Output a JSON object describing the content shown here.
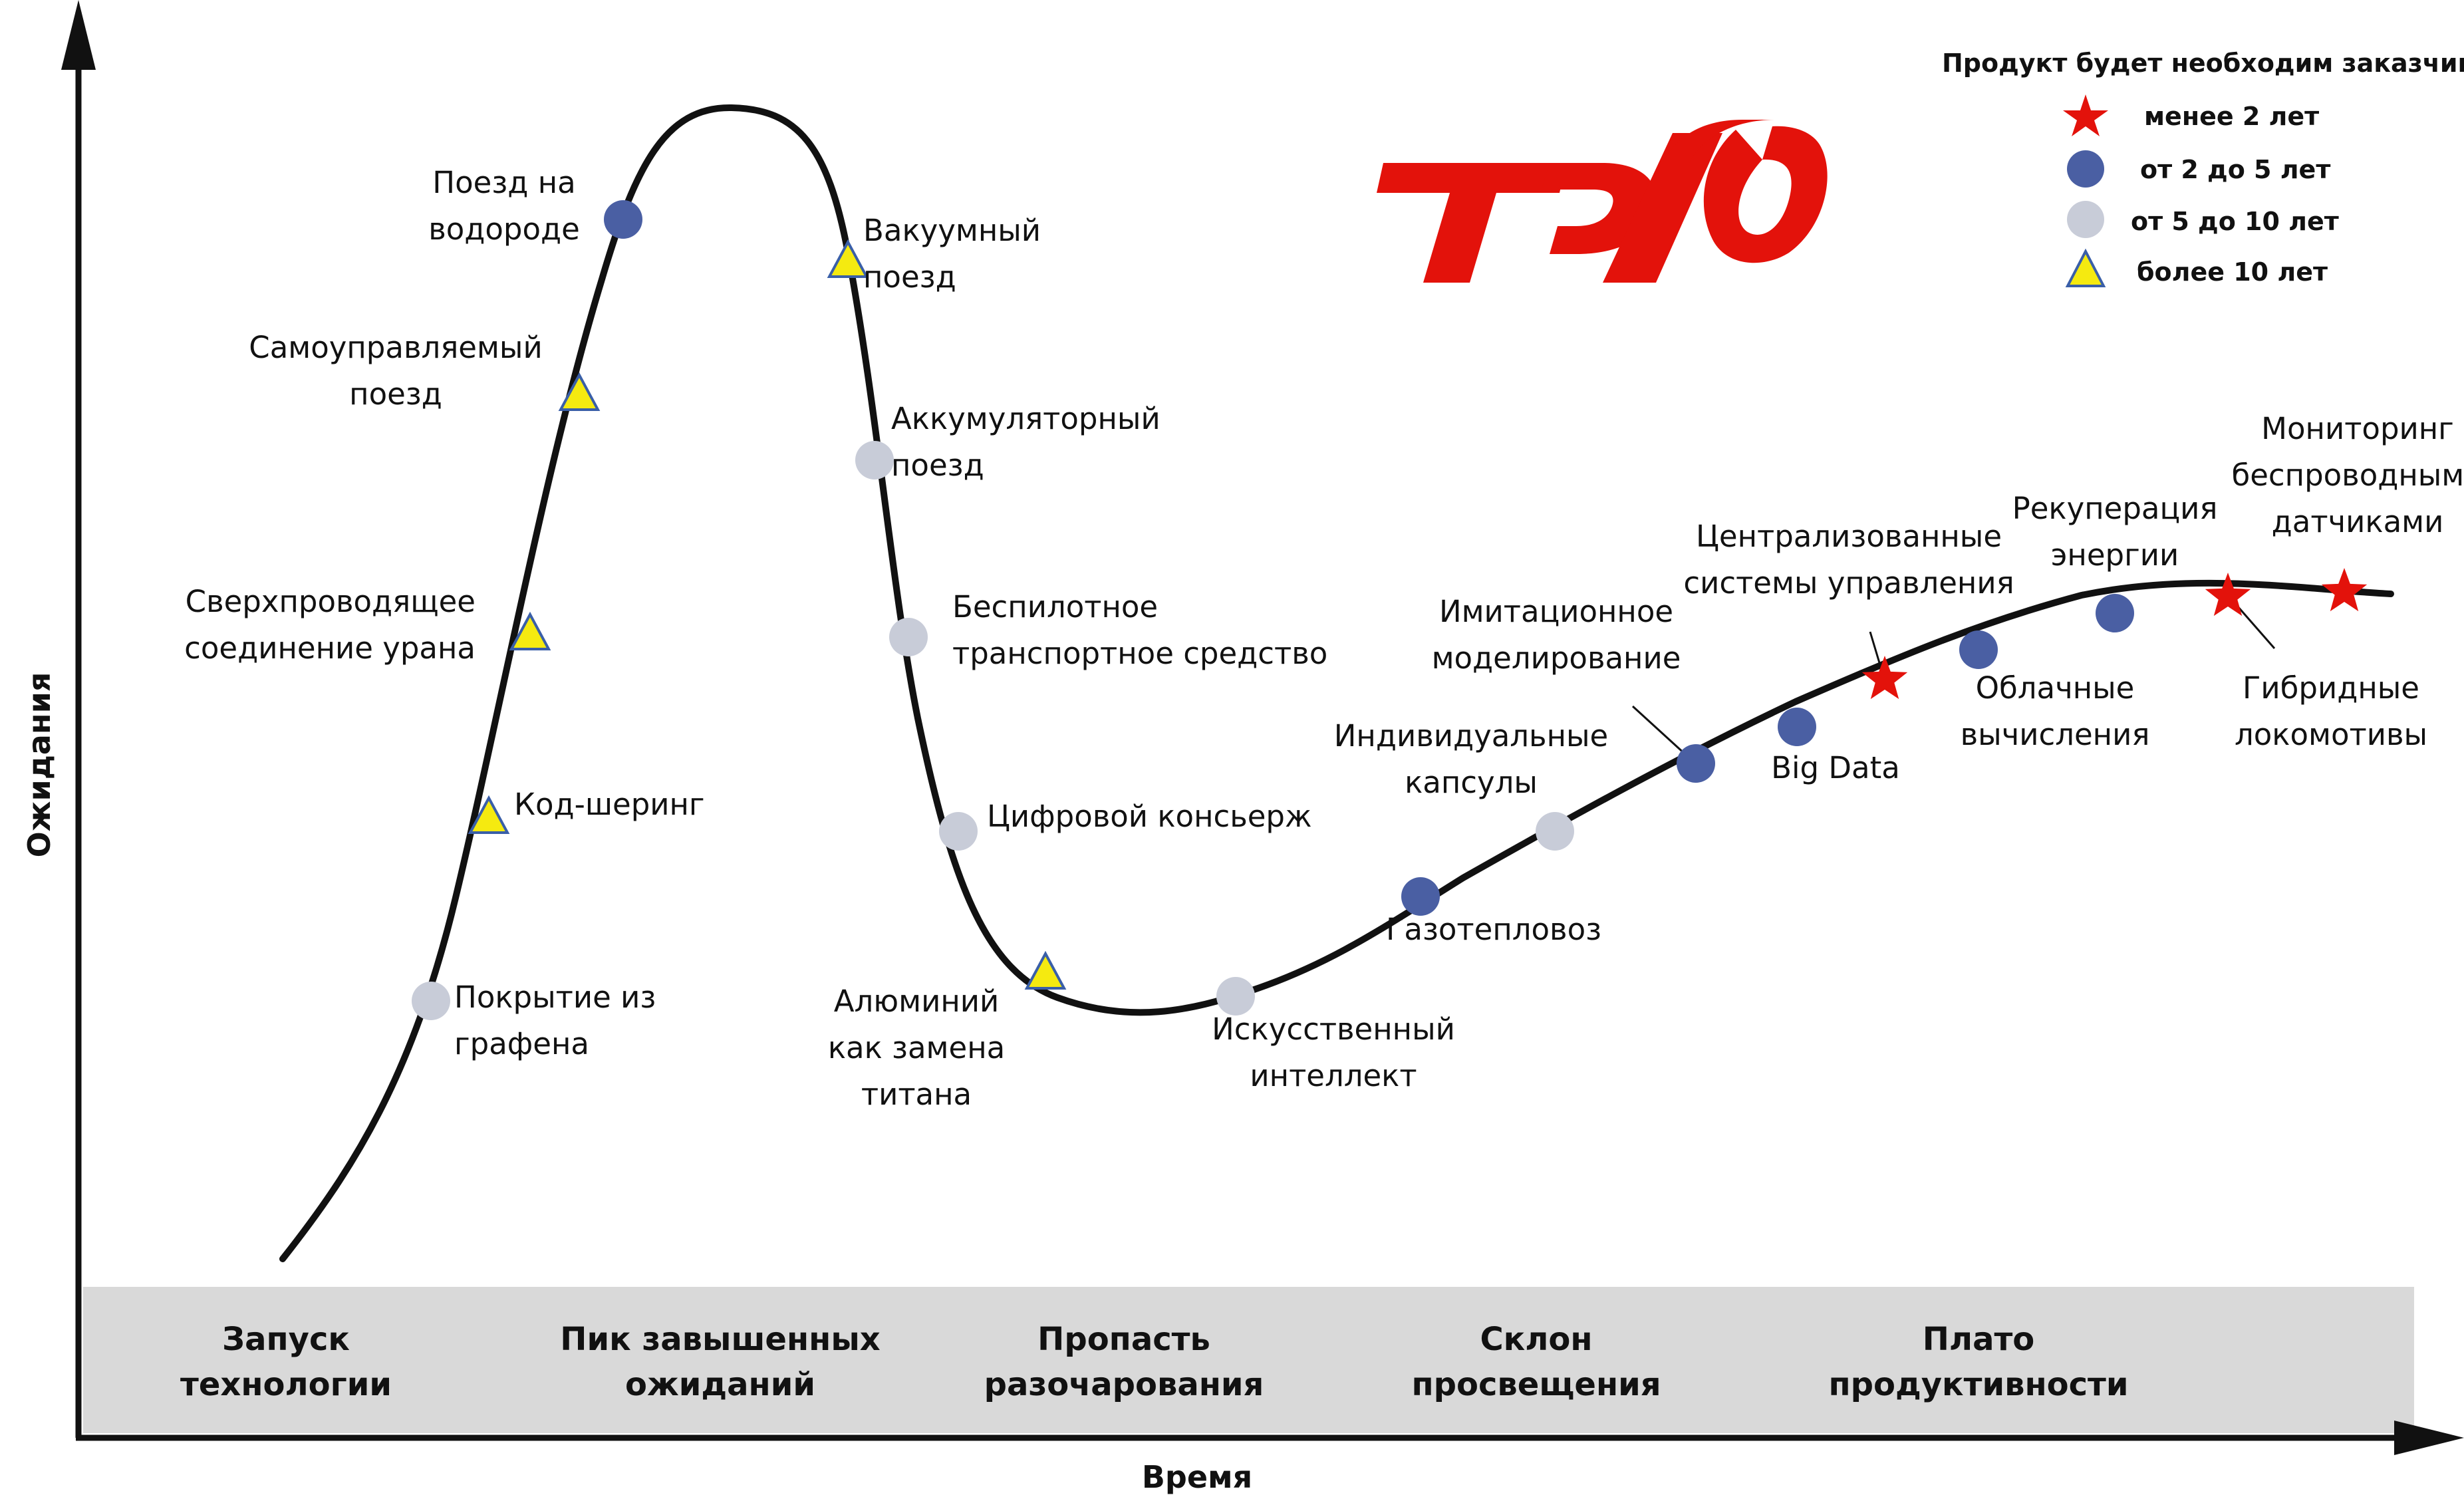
{
  "axes": {
    "y_label": "Ожидания",
    "x_label": "Время"
  },
  "logo": {
    "text": "РЖД",
    "color": "#e3120b"
  },
  "legend": {
    "title": "Продукт будет необходим заказчику:",
    "items": [
      {
        "label": "менее 2 лет",
        "marker": "star",
        "color": "#e3120b"
      },
      {
        "label": "от 2 до 5 лет",
        "marker": "dark-circle",
        "color": "#4a5fa3"
      },
      {
        "label": "от 5 до 10 лет",
        "marker": "light-circle",
        "color": "#c8ccd8"
      },
      {
        "label": "более 10 лет",
        "marker": "triangle",
        "color": "#f5ea10"
      }
    ]
  },
  "phases": [
    {
      "line1": "Запуск",
      "line2": "технологии"
    },
    {
      "line1": "Пик завышенных",
      "line2": "ожиданий"
    },
    {
      "line1": "Пропасть",
      "line2": "разочарования"
    },
    {
      "line1": "Склон",
      "line2": "просвещения"
    },
    {
      "line1": "Плато",
      "line2": "продуктивности"
    }
  ],
  "points": [
    {
      "lines": [
        "Покрытие из",
        "графена"
      ],
      "marker": "light-circle"
    },
    {
      "lines": [
        "Код-шеринг"
      ],
      "marker": "triangle"
    },
    {
      "lines": [
        "Сверхпроводящее",
        "соединение урана"
      ],
      "marker": "triangle"
    },
    {
      "lines": [
        "Самоуправляемый",
        "поезд"
      ],
      "marker": "triangle"
    },
    {
      "lines": [
        "Поезд на",
        "водороде"
      ],
      "marker": "dark-circle"
    },
    {
      "lines": [
        "Вакуумный",
        "поезд"
      ],
      "marker": "triangle"
    },
    {
      "lines": [
        "Аккумуляторный",
        "поезд"
      ],
      "marker": "light-circle"
    },
    {
      "lines": [
        "Беспилотное",
        "транспортное средство"
      ],
      "marker": "light-circle"
    },
    {
      "lines": [
        "Цифровой консьерж"
      ],
      "marker": "light-circle"
    },
    {
      "lines": [
        "Алюминий",
        "как замена",
        "титана"
      ],
      "marker": "triangle"
    },
    {
      "lines": [
        "Искусственный",
        "интеллект"
      ],
      "marker": "light-circle"
    },
    {
      "lines": [
        "Газотепловоз"
      ],
      "marker": "dark-circle"
    },
    {
      "lines": [
        "Индивидуальные",
        "капсулы"
      ],
      "marker": "light-circle"
    },
    {
      "lines": [
        "Имитационное",
        "моделирование"
      ],
      "marker": "dark-circle"
    },
    {
      "lines": [
        "Big Data"
      ],
      "marker": "dark-circle"
    },
    {
      "lines": [
        "Централизованные",
        "системы управления"
      ],
      "marker": "star"
    },
    {
      "lines": [
        "Облачные",
        "вычисления"
      ],
      "marker": "dark-circle"
    },
    {
      "lines": [
        "Рекуперация",
        "энергии"
      ],
      "marker": "dark-circle"
    },
    {
      "lines": [
        "Гибридные",
        "локомотивы"
      ],
      "marker": "star"
    },
    {
      "lines": [
        "Мониторинг",
        "беспроводными",
        "датчиками"
      ],
      "marker": "star"
    }
  ]
}
